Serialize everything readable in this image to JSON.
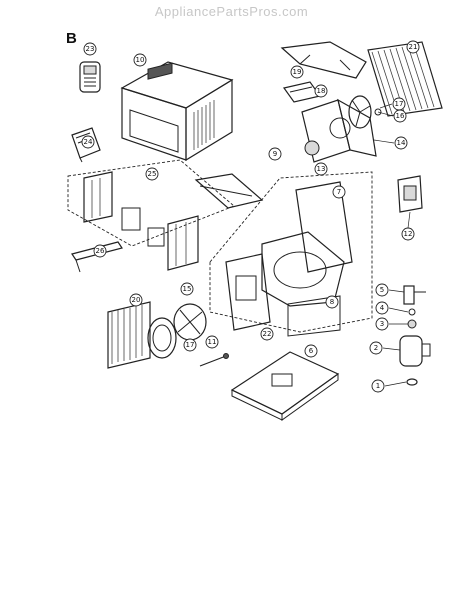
{
  "watermark": "AppliancePartsPros.com",
  "section_letter": "B",
  "callouts": [
    "1",
    "2",
    "3",
    "4",
    "5",
    "6",
    "7",
    "8",
    "9",
    "10",
    "11",
    "12",
    "13",
    "14",
    "15",
    "16",
    "17",
    "17",
    "18",
    "19",
    "20",
    "21",
    "22",
    "23",
    "24",
    "25",
    "26"
  ]
}
